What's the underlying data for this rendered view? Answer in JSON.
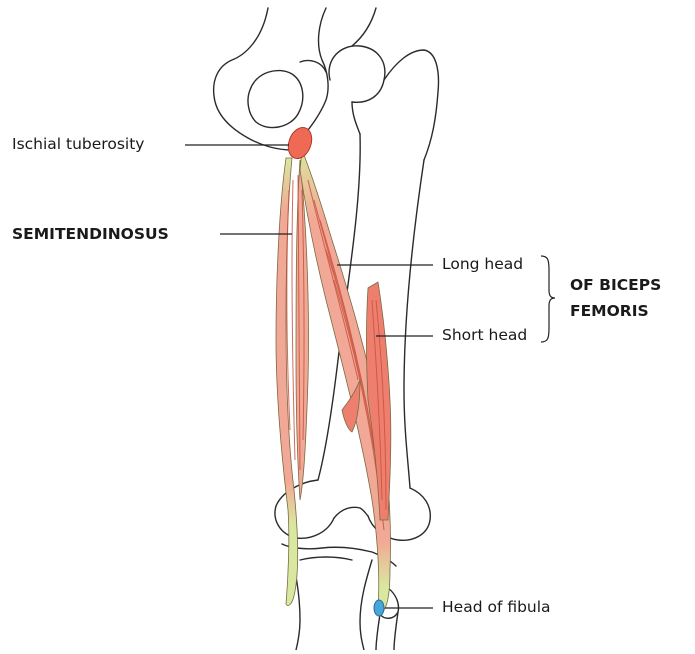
{
  "labels": {
    "ischial_tuberosity": "Ischial tuberosity",
    "semitendinosus": "SEMITENDINOSUS",
    "long_head": "Long head",
    "short_head": "Short head",
    "of_biceps": "OF BICEPS",
    "femoris": "FEMORIS",
    "head_of_fibula": "Head of fibula"
  },
  "colors": {
    "muscle": "#f2a896",
    "muscle_stripe": "#c9523f",
    "tendon": "#d8e6a3",
    "origin_marker": "#ee6a55",
    "insertion_marker": "#4aa6d8",
    "bone_outline": "#2b2b2b",
    "leader_line": "#222222"
  }
}
